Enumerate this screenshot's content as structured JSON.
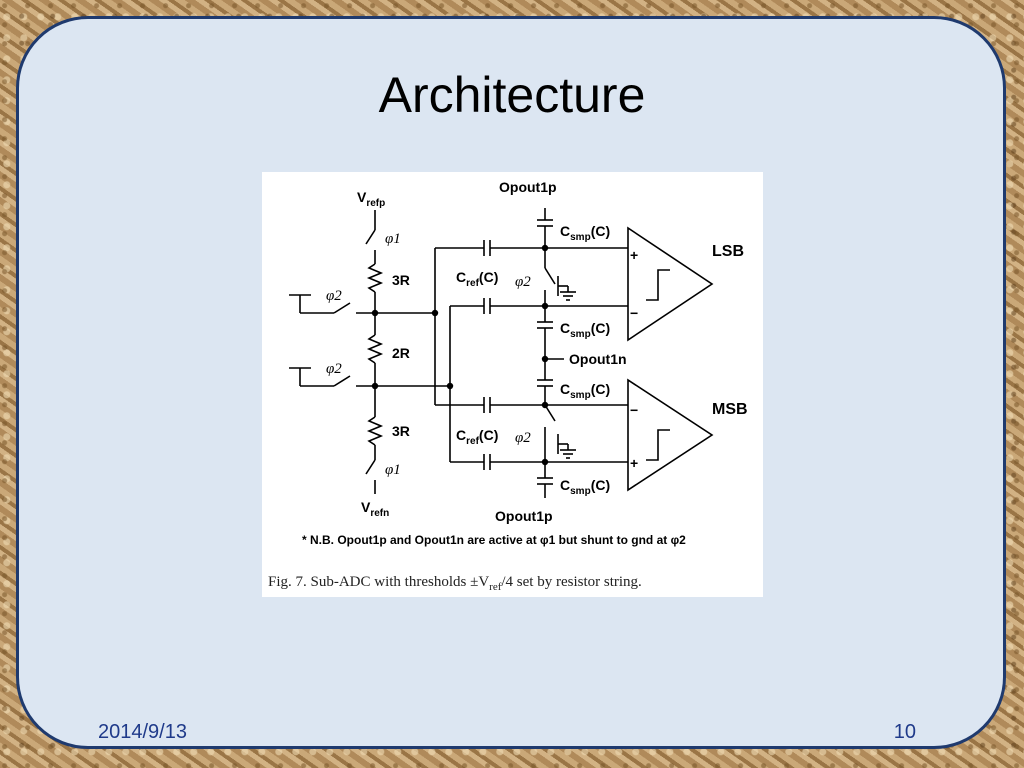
{
  "slide": {
    "title": "Architecture",
    "date": "2014/9/13",
    "page_number": "10"
  },
  "figure": {
    "labels": {
      "vrefp": "V",
      "vrefp_sub": "refp",
      "vrefn": "V",
      "vrefn_sub": "refn",
      "phi1_top": "φ1",
      "phi1_bottom": "φ1",
      "phi2_left_top": "φ2",
      "phi2_left_bottom": "φ2",
      "phi2_mid_top": "φ2",
      "phi2_mid_bottom": "φ2",
      "r_top": "3R",
      "r_mid": "2R",
      "r_bottom": "3R",
      "opout1p_top": "Opout1p",
      "opout1p_bottom": "Opout1p",
      "opout1n": "Opout1n",
      "csmp1": "C",
      "csmp1_sub": "smp",
      "csmp1_tail": "(C)",
      "csmp2": "C",
      "csmp2_sub": "smp",
      "csmp2_tail": "(C)",
      "csmp3": "C",
      "csmp3_sub": "smp",
      "csmp3_tail": "(C)",
      "csmp4": "C",
      "csmp4_sub": "smp",
      "csmp4_tail": "(C)",
      "cref_top": "C",
      "cref_top_sub": "ref",
      "cref_top_tail": "(C)",
      "cref_bottom": "C",
      "cref_bottom_sub": "ref",
      "cref_bottom_tail": "(C)",
      "lsb": "LSB",
      "msb": "MSB",
      "plus_top": "+",
      "minus_top": "−",
      "minus_bottom": "−",
      "plus_bottom": "+",
      "note": "* N.B. Opout1p and Opout1n are active at φ1 but shunt to gnd at φ2",
      "caption": "Fig. 7.   Sub-ADC with thresholds ±V",
      "caption_sub": "ref",
      "caption_tail": "/4 set by resistor string."
    }
  }
}
